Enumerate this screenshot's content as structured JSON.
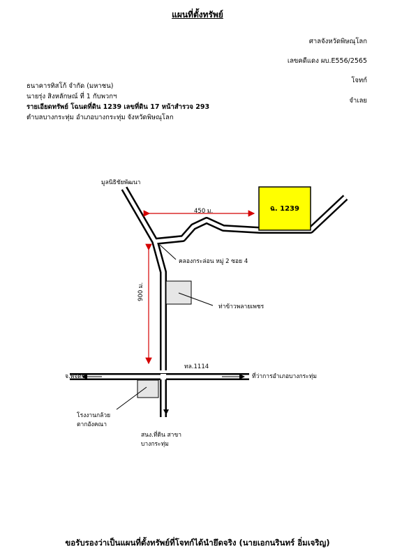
{
  "doc": {
    "title": "แผนที่ตั้งทรัพย์",
    "court": "ศาลจังหวัดพิษณุโลก",
    "case_no": "เลขคดีแดง ผบ.E556/2565",
    "plaintiff_label": "โจทก์",
    "defendant_label": "จำเลย",
    "plaintiff": "ธนาคารทิสโก้ จำกัด (มหาชน)",
    "defendant": "นายรุ่ง สิงหลักษณ์  ที่ 1 กับพวกฯ",
    "property": "รายเอียดทรัพย์  โฉนดที่ดิน 1239 เลขที่ดิน 17 หน้าสำรวจ 293",
    "location": "ตำบลบางกระทุ่ม  อำเภอบางกระทุ่ม  จังหวัดพิษณุโลก",
    "certify": "ขอรับรองว่าเป็นแผนที่ตั้งทรัพย์ที่โจทก์ได้นำยึดจริง (นายเอกนรินทร์ อิ่มเจริญ)"
  },
  "map": {
    "foundation": "มูลนิธิชัยพัฒนา",
    "dist_h": "450 ม.",
    "dist_v": "900 ม.",
    "parcel": "ฉ. 1239",
    "canal": "คลองกระล่อน หมู่ 2 ซอย 4",
    "rice_port": "ท่าข้าวพลายเพชร",
    "highway": "ทล.1114",
    "to_left": "จ.พิจิตร",
    "to_right": "ที่ว่าการอำเภอบางกระทุ่ม",
    "factory_1": "โรงงานกล้วย",
    "factory_2": "ตากอังคณา",
    "office_1": "สนง.ที่ดิน สาขา",
    "office_2": "บางกระทุ่ม"
  },
  "colors": {
    "parcel_fill": "#ffff00",
    "measure": "#d40000",
    "building": "#e6e6e6"
  }
}
